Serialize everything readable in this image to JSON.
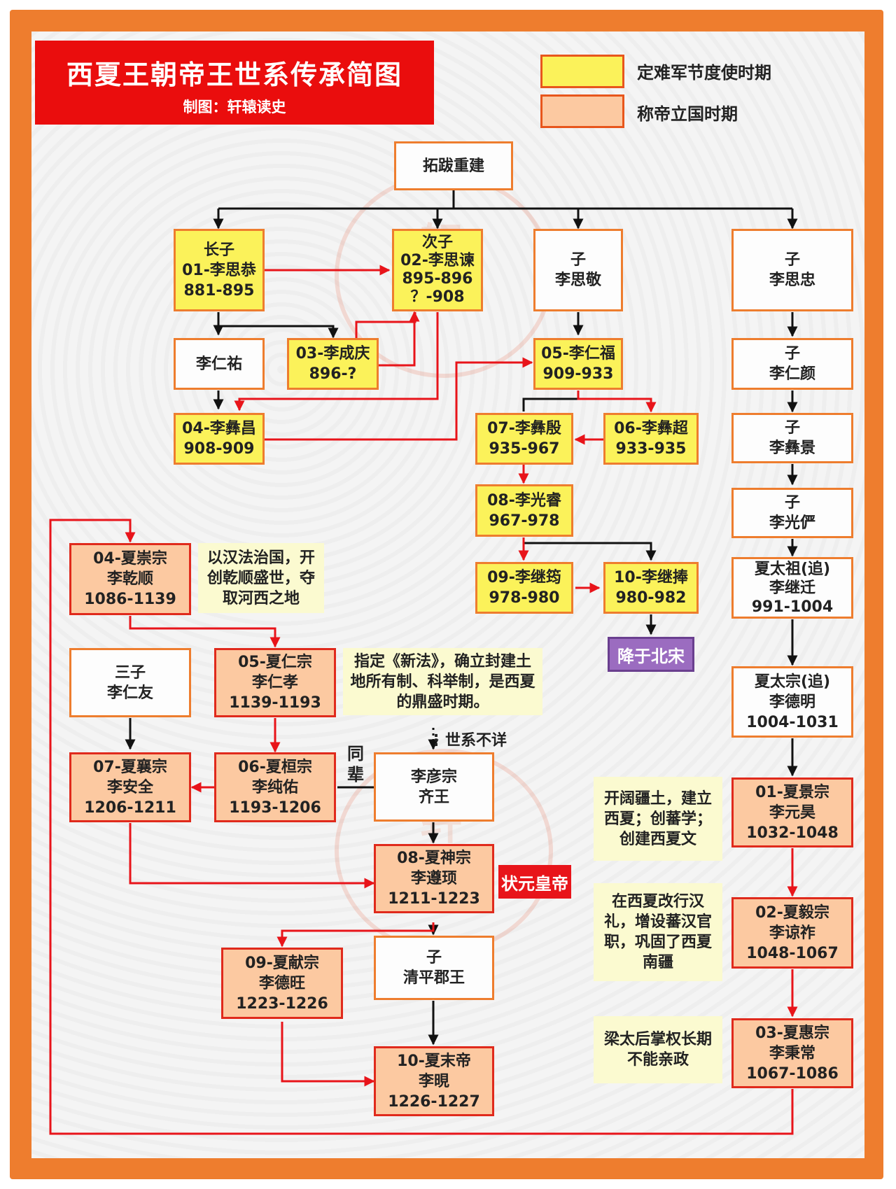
{
  "header": {
    "title": "西夏王朝帝王世系传承简图",
    "credit": "制图：轩辕读史"
  },
  "legend": [
    {
      "label": "定难军节度使时期",
      "color": "#fbf25a"
    },
    {
      "label": "称帝立国时期",
      "color": "#fcc9a1"
    }
  ],
  "nodes": {
    "root": {
      "lines": [
        "拓跋重建"
      ]
    },
    "sigong": {
      "lines": [
        "长子",
        "01-李思恭",
        "881-895"
      ]
    },
    "sijian": {
      "lines": [
        "次子",
        "02-李思谏",
        "895-896",
        "？-908"
      ]
    },
    "sijing": {
      "lines": [
        "子",
        "李思敬"
      ]
    },
    "sizhong": {
      "lines": [
        "子",
        "李思忠"
      ]
    },
    "renyou": {
      "lines": [
        "李仁祐"
      ]
    },
    "chengqing": {
      "lines": [
        "03-李成庆",
        "896-?"
      ]
    },
    "renfu": {
      "lines": [
        "05-李仁福",
        "909-933"
      ]
    },
    "renyan": {
      "lines": [
        "子",
        "李仁颜"
      ]
    },
    "yichang": {
      "lines": [
        "04-李彝昌",
        "908-909"
      ]
    },
    "yiyin": {
      "lines": [
        "07-李彝殷",
        "935-967"
      ]
    },
    "yichao": {
      "lines": [
        "06-李彝超",
        "933-935"
      ]
    },
    "yijing": {
      "lines": [
        "子",
        "李彝景"
      ]
    },
    "guangrui": {
      "lines": [
        "08-李光睿",
        "967-978"
      ]
    },
    "guangyan": {
      "lines": [
        "子",
        "李光俨"
      ]
    },
    "jiyun": {
      "lines": [
        "09-李继筠",
        "978-980"
      ]
    },
    "jipeng": {
      "lines": [
        "10-李继捧",
        "980-982"
      ]
    },
    "jiqian": {
      "lines": [
        "夏太祖(追)",
        "李继迁",
        "991-1004"
      ]
    },
    "deming": {
      "lines": [
        "夏太宗(追)",
        "李德明",
        "1004-1031"
      ]
    },
    "yuanhao": {
      "lines": [
        "01-夏景宗",
        "李元昊",
        "1032-1048"
      ]
    },
    "liangzuo": {
      "lines": [
        "02-夏毅宗",
        "李谅祚",
        "1048-1067"
      ]
    },
    "bingchang": {
      "lines": [
        "03-夏惠宗",
        "李秉常",
        "1067-1086"
      ]
    },
    "qianshun": {
      "lines": [
        "04-夏崇宗",
        "李乾顺",
        "1086-1139"
      ]
    },
    "renyou2": {
      "lines": [
        "三子",
        "李仁友"
      ]
    },
    "renxiao": {
      "lines": [
        "05-夏仁宗",
        "李仁孝",
        "1139-1193"
      ]
    },
    "anquan": {
      "lines": [
        "07-夏襄宗",
        "李安全",
        "1206-1211"
      ]
    },
    "chunyou": {
      "lines": [
        "06-夏桓宗",
        "李纯佑",
        "1193-1206"
      ]
    },
    "yanzong": {
      "lines": [
        "李彦宗",
        "齐王"
      ]
    },
    "zunxu": {
      "lines": [
        "08-夏神宗",
        "李遵顼",
        "1211-1223"
      ]
    },
    "dewang": {
      "lines": [
        "09-夏献宗",
        "李德旺",
        "1223-1226"
      ]
    },
    "qingping": {
      "lines": [
        "子",
        "清平郡王"
      ]
    },
    "xian": {
      "lines": [
        "10-夏末帝",
        "李晛",
        "1226-1227"
      ]
    }
  },
  "notes": {
    "qianshun": "以汉法治国，开创乾顺盛世，夺取河西之地",
    "renxiao": "指定《新法》，确立封建土地所有制、科举制，是西夏的鼎盛时期。",
    "yuanhao": "开阔疆土，建立西夏；创蕃学；创建西夏文",
    "liangzuo": "在西夏改行汉礼，增设蕃汉官职，巩固了西夏南疆",
    "bingchang": "梁太后掌权长期不能亲政"
  },
  "labels": {
    "surrender": "降于北宋",
    "unknown_lineage": "世系不详",
    "same_generation": "同辈",
    "zhuangyuan": "状元皇帝"
  },
  "watermark": "轩辕"
}
